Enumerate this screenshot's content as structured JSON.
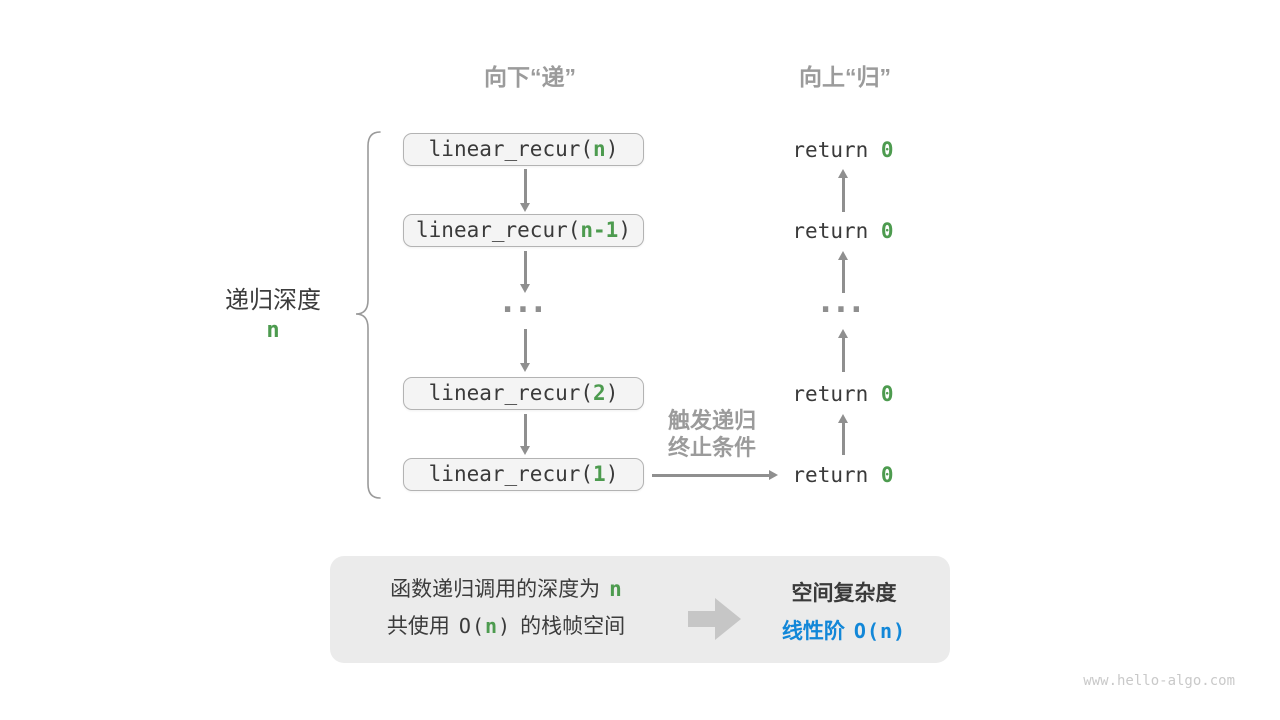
{
  "colors": {
    "green_accent": "#4d9b4f",
    "blue_accent": "#1287d8",
    "arrow_gray": "#8f8f8f",
    "label_gray": "#9b9b9b",
    "box_fill": "#f4f4f4",
    "summary_fill": "#ebebeb"
  },
  "headers": {
    "descend": "向下“递”",
    "ascend": "向上“归”"
  },
  "depth": {
    "label": "递归深度",
    "value": "n"
  },
  "stack": {
    "boxes": [
      {
        "pre": "linear_recur(",
        "arg": "n",
        "post": ")"
      },
      {
        "pre": "linear_recur(",
        "arg": "n-1",
        "post": ")"
      },
      {
        "pre": "linear_recur(",
        "arg": "2",
        "post": ")"
      },
      {
        "pre": "linear_recur(",
        "arg": "1",
        "post": ")"
      }
    ],
    "ellipsis": "..."
  },
  "returns": {
    "items": [
      {
        "pre": "return ",
        "val": "0"
      },
      {
        "pre": "return ",
        "val": "0"
      },
      {
        "pre": "return ",
        "val": "0"
      },
      {
        "pre": "return ",
        "val": "0"
      }
    ],
    "ellipsis": "..."
  },
  "trigger": {
    "line1": "触发递归",
    "line2": "终止条件"
  },
  "summary": {
    "line1_pre": "函数递归调用的深度为",
    "line1_var": "n",
    "line2_pre": "共使用",
    "line2_o_open": "O(",
    "line2_var": "n",
    "line2_o_close": ")",
    "line2_post": "的栈帧空间",
    "title": "空间复杂度",
    "result_label": "线性阶",
    "result_big_o": "O(n)"
  },
  "watermark": "www.hello-algo.com"
}
